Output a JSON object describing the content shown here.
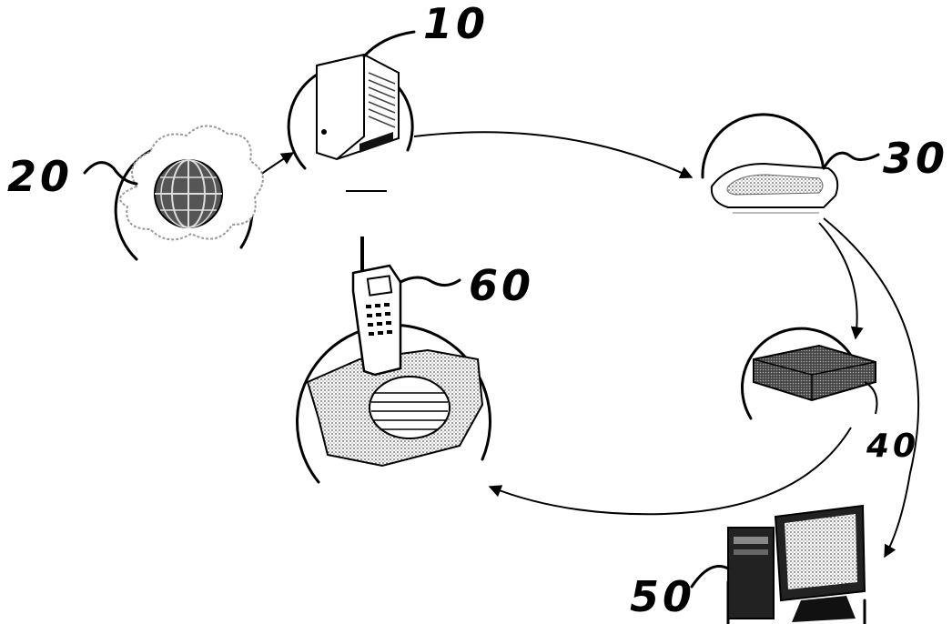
{
  "figure": {
    "labels": {
      "internet": "20",
      "modem": "10",
      "router": "30",
      "adapter": "40",
      "computer": "50",
      "phone": "60"
    }
  }
}
